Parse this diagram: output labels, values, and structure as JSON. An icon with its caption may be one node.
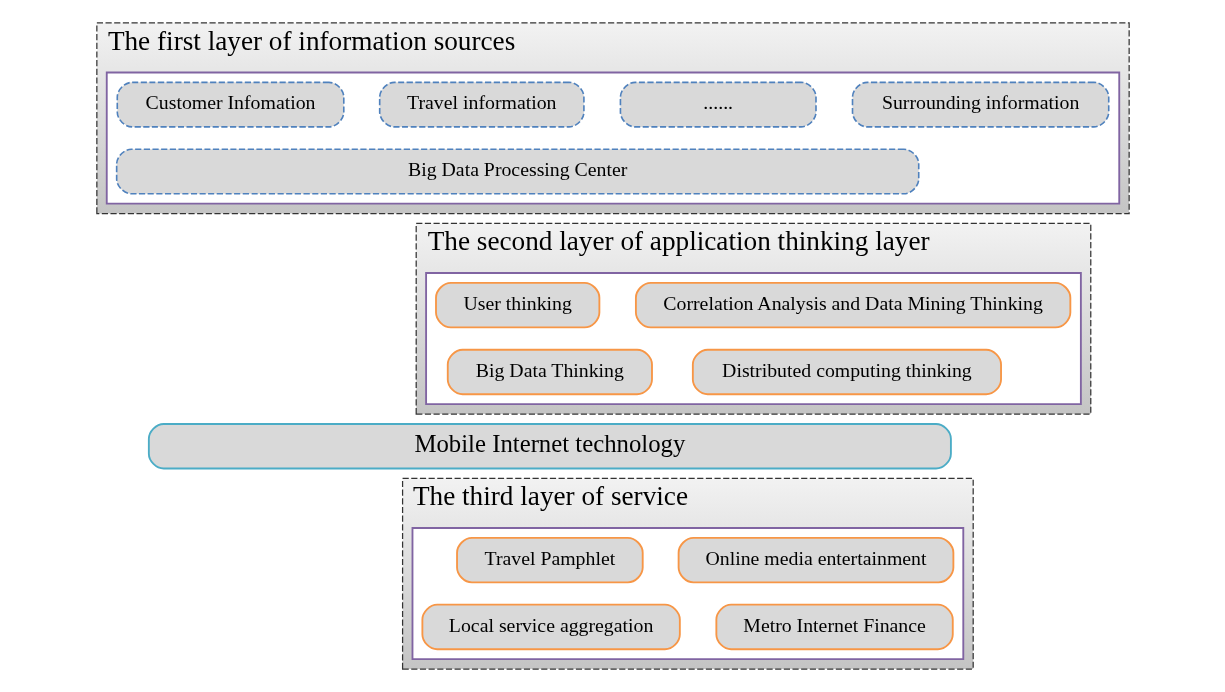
{
  "diagram": {
    "nodes": [
      {
        "text": [
          "The first layer of information sources"
        ]
      },
      {
        "text": [],
        "shape": "box",
        "in": 0
      },
      {
        "text": [
          "Customer Infomation"
        ],
        "in": 1
      },
      {
        "text": [
          "Travel information"
        ],
        "in": 1
      },
      {
        "text": [
          "......"
        ],
        "in": 1
      },
      {
        "text": [
          "Surrounding information"
        ],
        "in": 1
      },
      {
        "text": [
          "Big Data Processing Center"
        ],
        "in": 1
      },
      {
        "text": [
          "The second layer of application thinking layer"
        ]
      },
      {
        "text": [],
        "shape": "box",
        "in": 7
      },
      {
        "text": [
          "User thinking"
        ],
        "in": 8
      },
      {
        "text": [
          "Correlation Analysis and Data Mining Thinking"
        ],
        "in": 8
      },
      {
        "text": [
          "Big Data Thinking"
        ],
        "in": 8
      },
      {
        "text": [
          "Distributed computing thinking"
        ],
        "in": 8
      },
      {
        "text": [
          "Mobile Internet technology"
        ]
      },
      {
        "text": [
          "The third layer of service"
        ]
      },
      {
        "text": [],
        "shape": "box",
        "in": 14
      },
      {
        "text": [
          "Travel Pamphlet"
        ],
        "in": 15
      },
      {
        "text": [
          "Online media entertainment"
        ],
        "in": 15
      },
      {
        "text": [
          "Local service aggregation"
        ],
        "in": 15
      },
      {
        "text": [
          "Metro Internet Finance"
        ],
        "in": 15
      }
    ]
  }
}
